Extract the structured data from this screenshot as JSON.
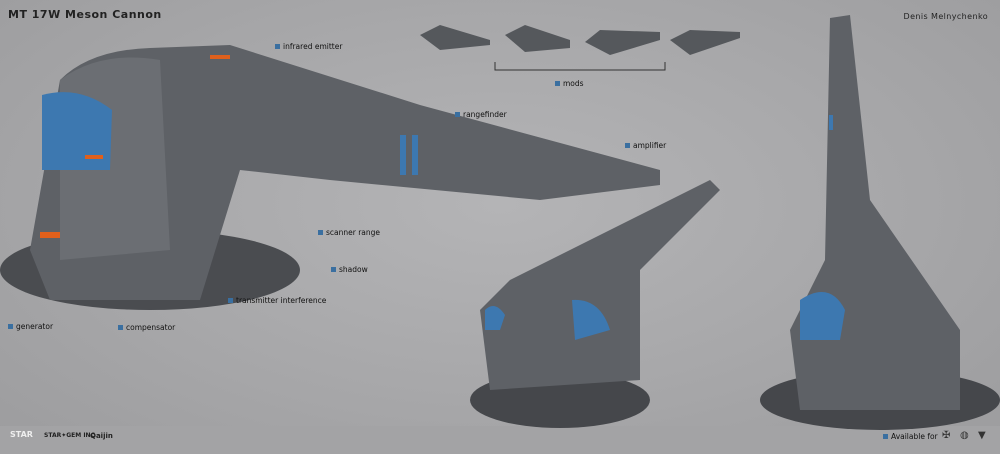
{
  "header": {
    "title": "MT 17W Meson Cannon",
    "author": "Denis Melnychenko"
  },
  "callouts": [
    {
      "id": "infrared-emitter",
      "label": "infrared emitter"
    },
    {
      "id": "rangefinder",
      "label": "rangefinder"
    },
    {
      "id": "amplifier",
      "label": "amplifier"
    },
    {
      "id": "scanner-range",
      "label": "scanner range"
    },
    {
      "id": "shadow",
      "label": "shadow"
    },
    {
      "id": "transmitter-interference",
      "label": "transmitter interference"
    },
    {
      "id": "generator",
      "label": "generator"
    },
    {
      "id": "compensator",
      "label": "compensator"
    },
    {
      "id": "mods",
      "label": "mods"
    }
  ],
  "footer": {
    "logos": [
      "STAR",
      "STAR✦GEM INC",
      "Qaijin"
    ],
    "available_label": "Available for",
    "platform_icons": [
      "winged-emblem-icon",
      "globe-emblem-icon",
      "bird-emblem-icon"
    ]
  },
  "colors": {
    "accent_blue": "#3d78b0",
    "accent_orange": "#e0601c",
    "hull": "#55585c",
    "background": "#a9a9ab"
  }
}
